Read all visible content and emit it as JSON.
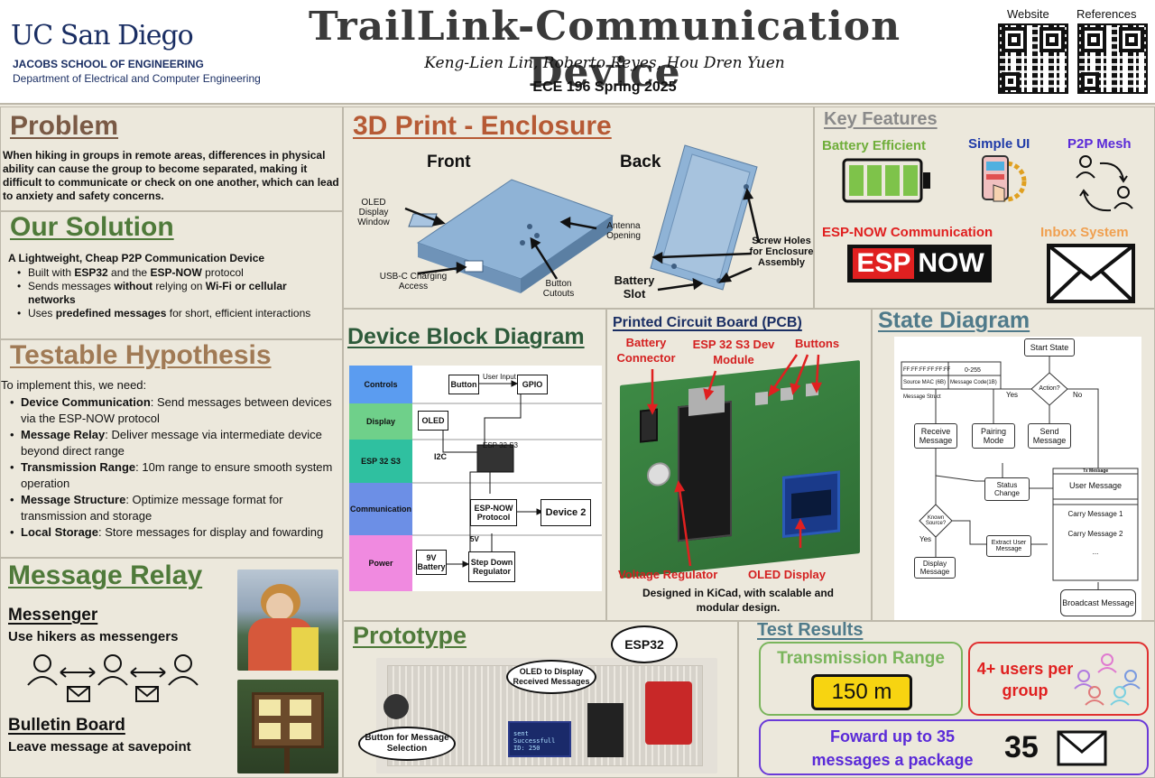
{
  "header": {
    "ucsd": "UC San Diego",
    "school": "JACOBS SCHOOL OF ENGINEERING",
    "department": "Department of Electrical and Computer Engineering",
    "title": "TrailLink-Communication Device",
    "authors": "Keng-Lien Lin, Roberto Reyes, Hou Dren Yuen",
    "course": "ECE 196 Spring 2025",
    "qr_website": "Website",
    "qr_references": "References"
  },
  "problem": {
    "title": "Problem",
    "text": "When hiking in groups in remote areas, differences in physical ability can cause the group to become separated, making it difficult to communicate or check on one another, which can lead to anxiety and safety concerns."
  },
  "solution": {
    "title": "Our Solution",
    "lead": "A Lightweight, Cheap P2P Communication Device",
    "b1_pre": "Built with ",
    "b1_a": "ESP32",
    "b1_mid": " and the ",
    "b1_b": "ESP-NOW",
    "b1_post": " protocol",
    "b2_pre": "Sends messages ",
    "b2_a": "without",
    "b2_mid": " relying on ",
    "b2_b": "Wi-Fi or cellular networks",
    "b3_pre": "Uses ",
    "b3_a": "predefined messages",
    "b3_post": " for short, efficient interactions"
  },
  "hypothesis": {
    "title": "Testable Hypothesis",
    "lead": "To implement this, we need:",
    "items": [
      {
        "k": "Device Communication",
        "v": ": Send messages between devices via the ESP-NOW protocol"
      },
      {
        "k": "Message Relay",
        "v": ": Deliver message via intermediate device beyond direct range"
      },
      {
        "k": "Transmission Range",
        "v": ": 10m range to ensure smooth system operation"
      },
      {
        "k": "Message Structure",
        "v": ": Optimize message format for transmission and storage"
      },
      {
        "k": "Local Storage",
        "v": ": Store messages for display and fowarding"
      }
    ]
  },
  "relay": {
    "title": "Message Relay",
    "messenger_title": "Messenger",
    "messenger_text": "Use hikers as messengers",
    "bulletin_title": "Bulletin Board",
    "bulletin_text": "Leave message at savepoint"
  },
  "enclosure": {
    "title": "3D Print - Enclosure",
    "front": "Front",
    "back": "Back",
    "oled_window": "OLED Display Window",
    "antenna": "Antenna Opening",
    "usbc": "USB-C Charging Access",
    "buttons": "Button Cutouts",
    "battery_slot": "Battery Slot",
    "screw_holes": "Screw Holes for Enclosure Assembly"
  },
  "features": {
    "title": "Key Features",
    "battery": "Battery Efficient",
    "ui": "Simple UI",
    "mesh": "P2P Mesh",
    "espnow": "ESP-NOW Communication",
    "inbox": "Inbox System",
    "logo_esp": "ESP",
    "logo_now": "NOW"
  },
  "block": {
    "title": "Device Block Diagram",
    "rows": [
      "Controls",
      "Display",
      "ESP 32 S3",
      "Communication",
      "Power"
    ],
    "button": "Button",
    "user_input": "User Input",
    "gpio": "GPIO",
    "oled": "OLED",
    "i2c": "I2C",
    "esp_label": "ESP 32 S3",
    "espnow": "ESP-NOW Protocol",
    "device2": "Device 2",
    "v5": "5V",
    "battery": "9V Battery",
    "regulator": "Step Down Regulator"
  },
  "pcb": {
    "title": "Printed Circuit Board (PCB)",
    "battery_conn": "Battery Connector",
    "esp_module": "ESP 32 S3 Dev Module",
    "buttons": "Buttons",
    "regulator": "Voltage Regulator",
    "oled": "OLED Display",
    "caption": "Designed in KiCad, with scalable and modular design."
  },
  "state": {
    "title": "State Diagram",
    "mac": "FF:FF:FF:FF:FF:FF",
    "range": "0-255",
    "src_mac": "Source MAC (6B)",
    "msg_code": "Message Code(1B)",
    "struct": "Message Struct",
    "start": "Start State",
    "action": "Action?",
    "yes": "Yes",
    "no": "No",
    "receive": "Receive Message",
    "pairing": "Pairing Mode",
    "send": "Send Message",
    "status": "Status Change",
    "tx": "Tx Message",
    "user_msg": "User Message",
    "carry1": "Carry Message 1",
    "carry2": "Carry Message 2",
    "dots": "...",
    "known": "Known Source?",
    "extract": "Extract User Message",
    "yes2": "Yes",
    "display": "Display Message",
    "broadcast": "Broadcast Message"
  },
  "prototype": {
    "title": "Prototype",
    "esp32": "ESP32",
    "oled": "OLED to Display Received Messages",
    "button": "Button for Message Selection",
    "screen": "sent Successfull ID: 250"
  },
  "results": {
    "title": "Test Results",
    "range_title": "Transmission Range",
    "range_value": "150 m",
    "users": "4+ users per group",
    "forward": "Foward up to 35 messages a package",
    "forward_num": "35"
  }
}
